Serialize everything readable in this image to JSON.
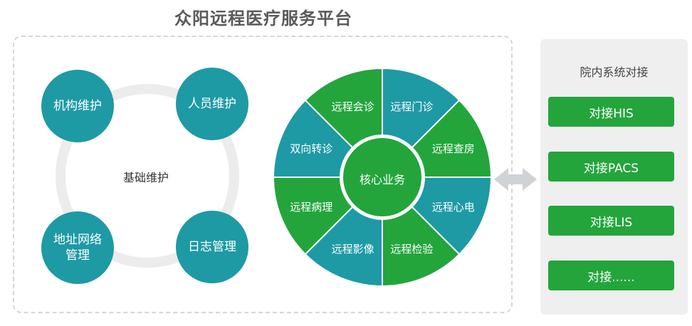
{
  "title": "众阳远程医疗服务平台",
  "maintenance": {
    "center": "基础维护",
    "nodes": [
      "机构维护",
      "人员维护",
      "地址网络管理",
      "日志管理"
    ]
  },
  "wheel": {
    "core": "核心业务",
    "segments": [
      "远程门诊",
      "远程查房",
      "远程心电",
      "远程检验",
      "远程影像",
      "远程病理",
      "双向转诊",
      "远程会诊"
    ],
    "colors": {
      "green": "#23a53c",
      "teal": "#1e9aa5"
    }
  },
  "integration": {
    "title": "院内系统对接",
    "items": [
      "对接HIS",
      "对接PACS",
      "对接LIS",
      "对接......"
    ]
  }
}
